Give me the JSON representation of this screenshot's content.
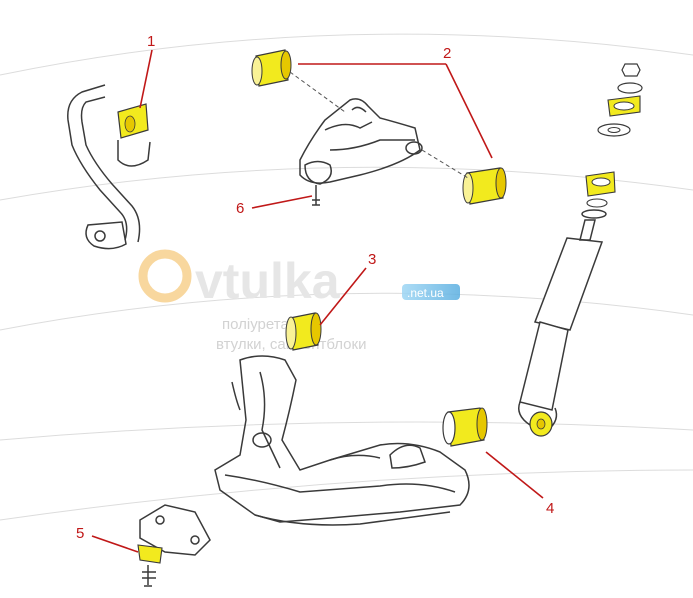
{
  "watermark": {
    "brand": "vtulka",
    "domain": ".net.ua",
    "line1": "поліуретанові",
    "line2": "втулки, сайлентблоки"
  },
  "callouts": [
    {
      "id": "1",
      "label": "1"
    },
    {
      "id": "2",
      "label": "2"
    },
    {
      "id": "3",
      "label": "3"
    },
    {
      "id": "4",
      "label": "4"
    },
    {
      "id": "5",
      "label": "5"
    },
    {
      "id": "6",
      "label": "6"
    }
  ],
  "colors": {
    "bushing": "#f2ea1e",
    "leader": "#c01818",
    "line_art": "#3a3a3a",
    "logo_ring": "#f5c97e"
  }
}
